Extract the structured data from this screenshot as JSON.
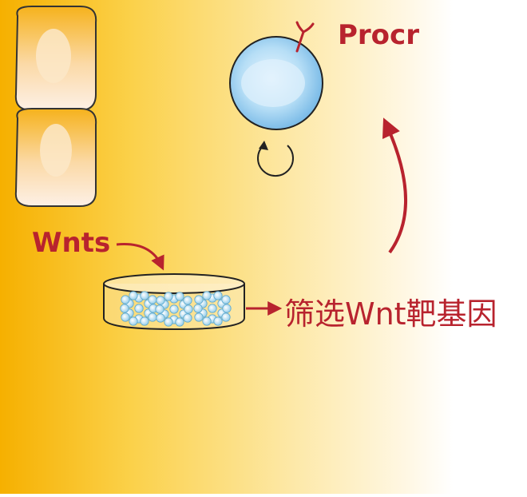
{
  "labels": {
    "receptor": "Procr",
    "ligand": "Wnts",
    "screen": "筛选Wnt靶基因"
  },
  "colors": {
    "gradient_left": "#f7b500",
    "gradient_mid": "#fde7a0",
    "gradient_right": "#ffffff",
    "label_red": "#b8232e",
    "stem_cell_blue": "#9fd0f0",
    "organoid_blue": "#a9d9ef"
  },
  "icons": {
    "receptor": "y-shaped-receptor-icon",
    "self_renewal": "circular-arrow-icon",
    "organoid": "organoid-cluster-icon"
  }
}
